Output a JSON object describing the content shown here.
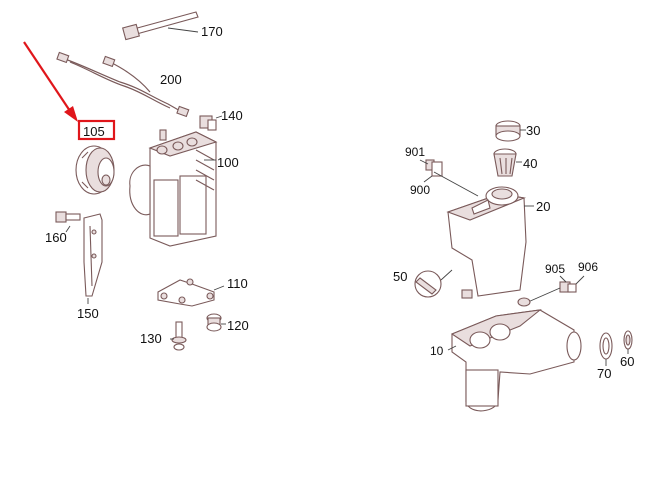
{
  "diagram": {
    "highlight_color": "#e0161b",
    "line_color": "#7a5a5a",
    "highlighted_part": "105",
    "parts": [
      {
        "id": "p170",
        "label": "170"
      },
      {
        "id": "p200",
        "label": "200"
      },
      {
        "id": "p140",
        "label": "140"
      },
      {
        "id": "p105",
        "label": "105"
      },
      {
        "id": "p100",
        "label": "100"
      },
      {
        "id": "p160",
        "label": "160"
      },
      {
        "id": "p150",
        "label": "150"
      },
      {
        "id": "p110",
        "label": "110"
      },
      {
        "id": "p130",
        "label": "130"
      },
      {
        "id": "p120",
        "label": "120"
      },
      {
        "id": "p901",
        "label": "901"
      },
      {
        "id": "p900",
        "label": "900"
      },
      {
        "id": "p30",
        "label": "30"
      },
      {
        "id": "p40",
        "label": "40"
      },
      {
        "id": "p20",
        "label": "20"
      },
      {
        "id": "p50",
        "label": "50"
      },
      {
        "id": "p905",
        "label": "905"
      },
      {
        "id": "p906",
        "label": "906"
      },
      {
        "id": "p10",
        "label": "10"
      },
      {
        "id": "p70",
        "label": "70"
      },
      {
        "id": "p60",
        "label": "60"
      }
    ]
  }
}
